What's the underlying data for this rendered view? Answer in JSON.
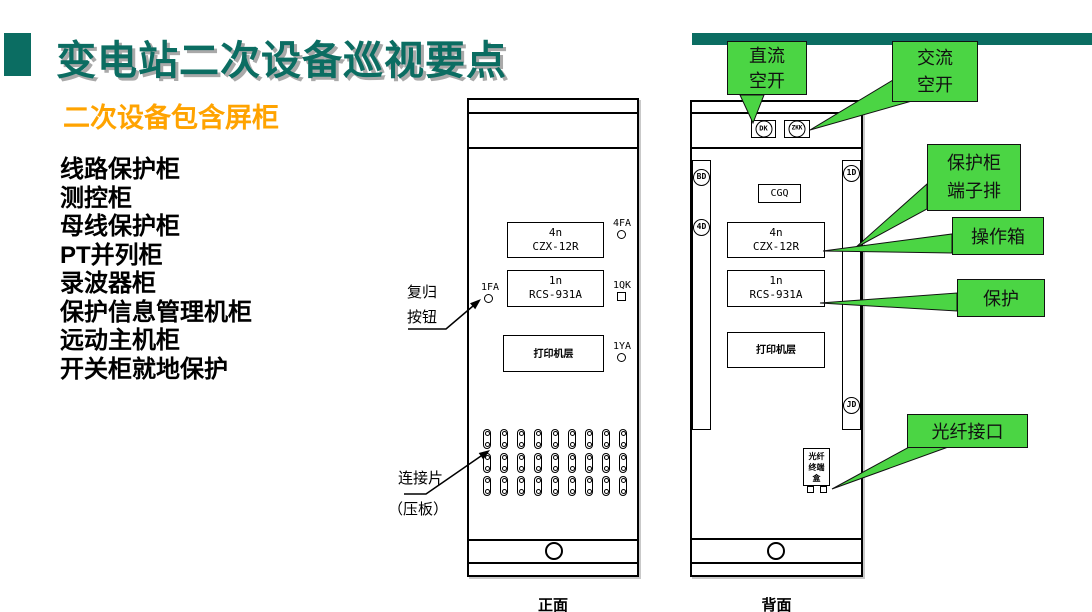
{
  "header": {
    "title": "变电站二次设备巡视要点",
    "subtitle": "二次设备包含屏柜"
  },
  "cabinet_list": {
    "items": [
      "线路保护柜",
      "测控柜",
      "母线保护柜",
      "PT并列柜",
      "录波器柜",
      "保护信息管理机柜",
      "远动主机柜",
      "开关柜就地保护"
    ]
  },
  "modules": {
    "operation_box": {
      "line1": "4n",
      "line2": "CZX-12R"
    },
    "protection": {
      "line1": "1n",
      "line2": "RCS-931A"
    },
    "printer_shelf": "打印机层",
    "cgq": "CGQ"
  },
  "front_view": {
    "caption": "正面",
    "indicators": {
      "fa4": "4FA",
      "fa1": "1FA",
      "qk1": "1QK",
      "ya1": "1YA"
    },
    "reset_button_label": "复归\n按钮",
    "connection_strip_label": "连接片",
    "connection_strip_sublabel": "（压板）",
    "pressure_plate_grid": {
      "rows": 3,
      "cols": 9
    }
  },
  "back_view": {
    "caption": "背面",
    "dc_breaker": "DK",
    "ac_breaker": "ZKK",
    "terminal_strip_labels": {
      "bd": "BD",
      "d4": "4D",
      "d1": "1D",
      "jd": "JD"
    },
    "fiber_terminal_box": "光纤\n终端\n盒"
  },
  "callouts": {
    "dc_breaker": "直流\n空开",
    "ac_breaker": "交流\n空开",
    "terminal_strip": "保护柜\n端子排",
    "operation_box": "操作箱",
    "protection": "保护",
    "fiber_port": "光纤接口"
  },
  "colors": {
    "accent_teal": "#0b6d62",
    "accent_orange": "#ffa300",
    "callout_green": "#4bd544"
  }
}
